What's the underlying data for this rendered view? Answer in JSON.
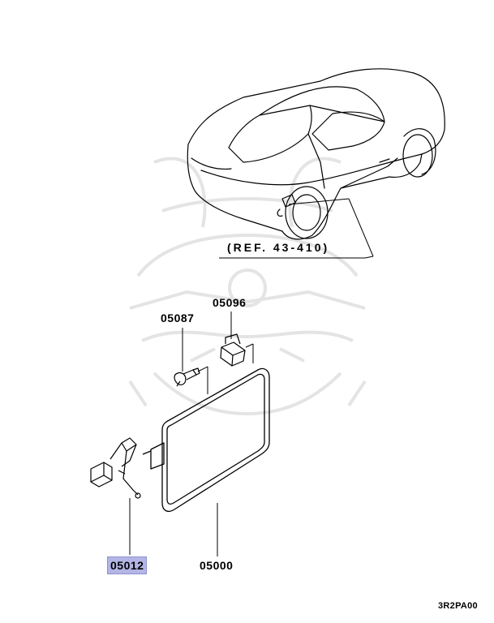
{
  "diagram": {
    "reference_note": "(REF. 43-410)",
    "parts": [
      {
        "number": "05096",
        "highlighted": false
      },
      {
        "number": "05087",
        "highlighted": false
      },
      {
        "number": "05012",
        "highlighted": true
      },
      {
        "number": "05000",
        "highlighted": false
      }
    ],
    "figure_code": "3R2PA00"
  },
  "colors": {
    "line": "#000000",
    "highlight": "#b3b5e6",
    "watermark": "#e4e4e4"
  }
}
